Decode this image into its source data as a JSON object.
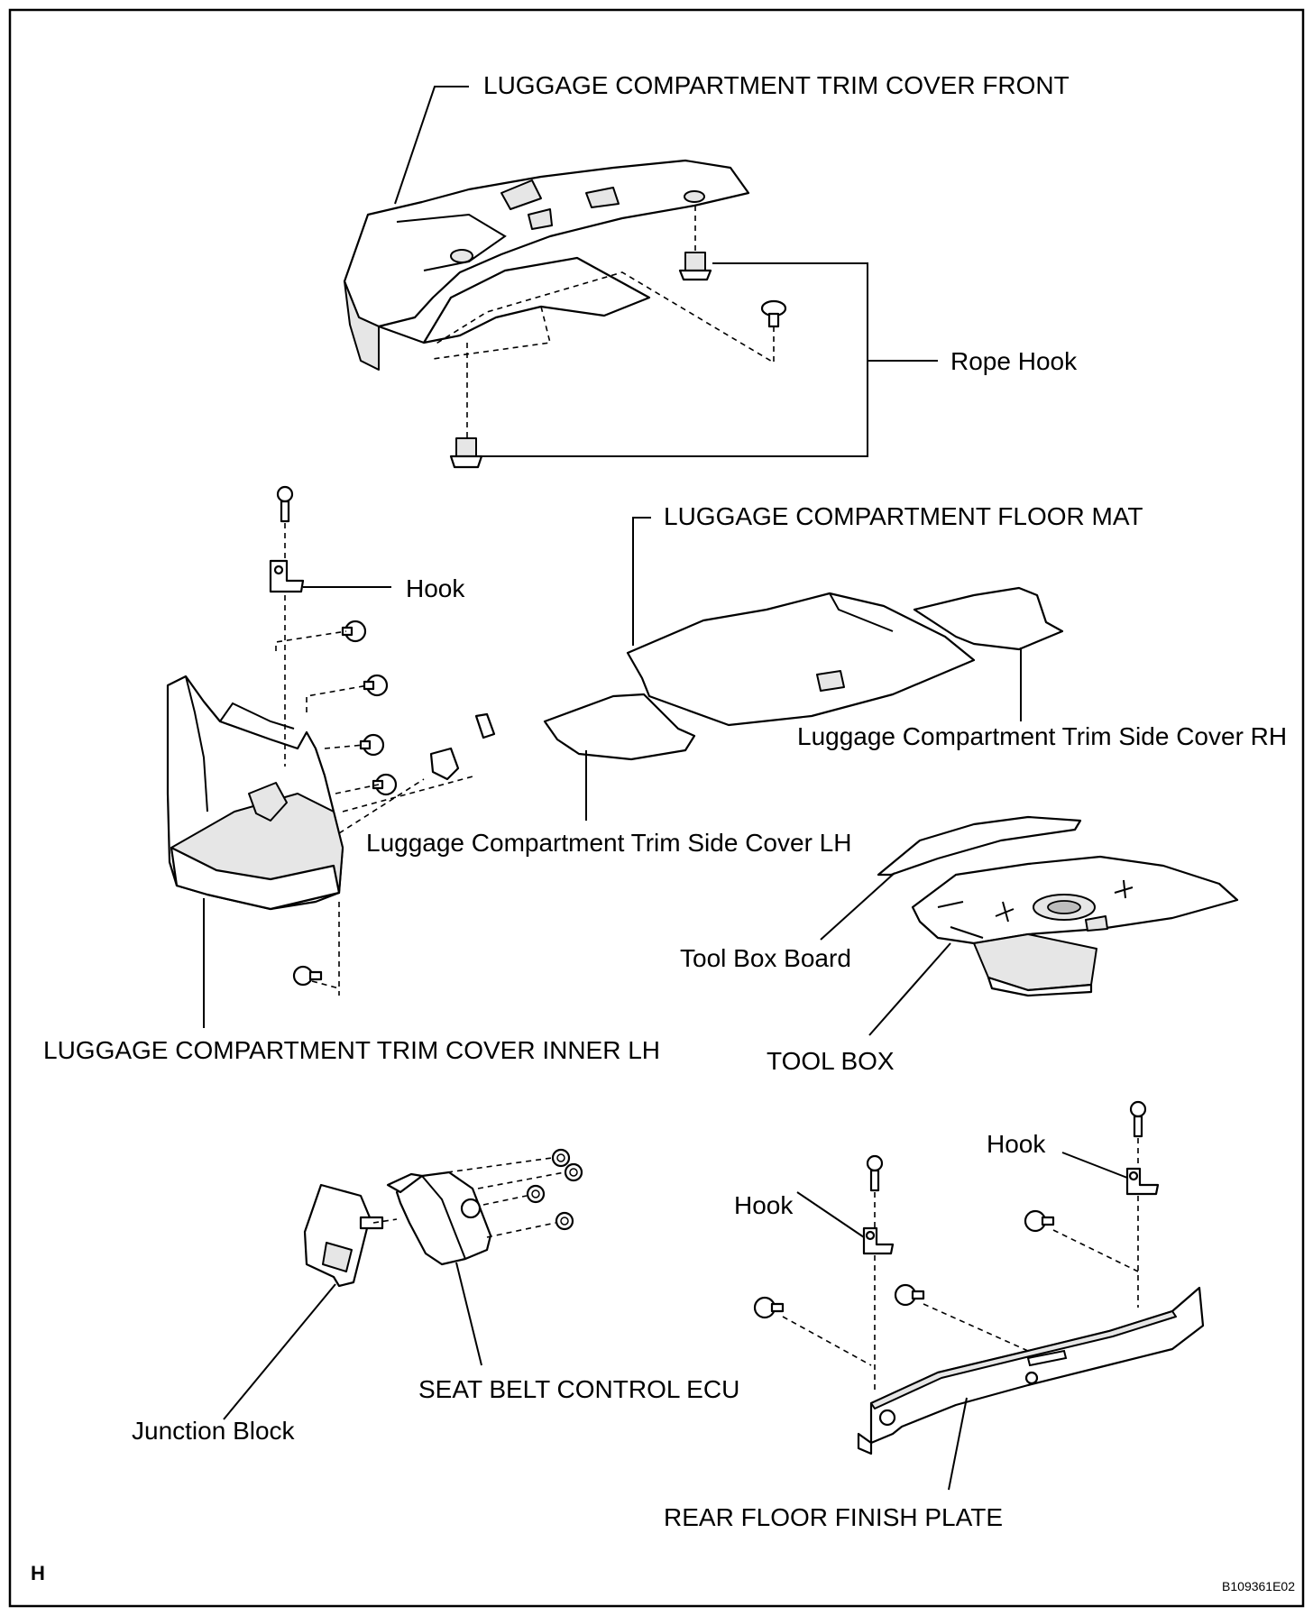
{
  "labels": {
    "trim_cover_front": "LUGGAGE COMPARTMENT TRIM COVER FRONT",
    "rope_hook": "Rope Hook",
    "hook_left": "Hook",
    "floor_mat": "LUGGAGE COMPARTMENT FLOOR MAT",
    "side_cover_rh": "Luggage Compartment Trim Side Cover RH",
    "side_cover_lh": "Luggage Compartment Trim Side Cover LH",
    "tool_box_board": "Tool Box Board",
    "trim_cover_inner_lh": "LUGGAGE COMPARTMENT TRIM COVER INNER LH",
    "tool_box": "TOOL BOX",
    "hook_center": "Hook",
    "hook_right": "Hook",
    "seat_belt_ecu": "SEAT BELT CONTROL ECU",
    "junction_block": "Junction Block",
    "rear_floor_finish_plate": "REAR FLOOR FINISH PLATE"
  },
  "corner_mark": "H",
  "figure_code": "B109361E02"
}
